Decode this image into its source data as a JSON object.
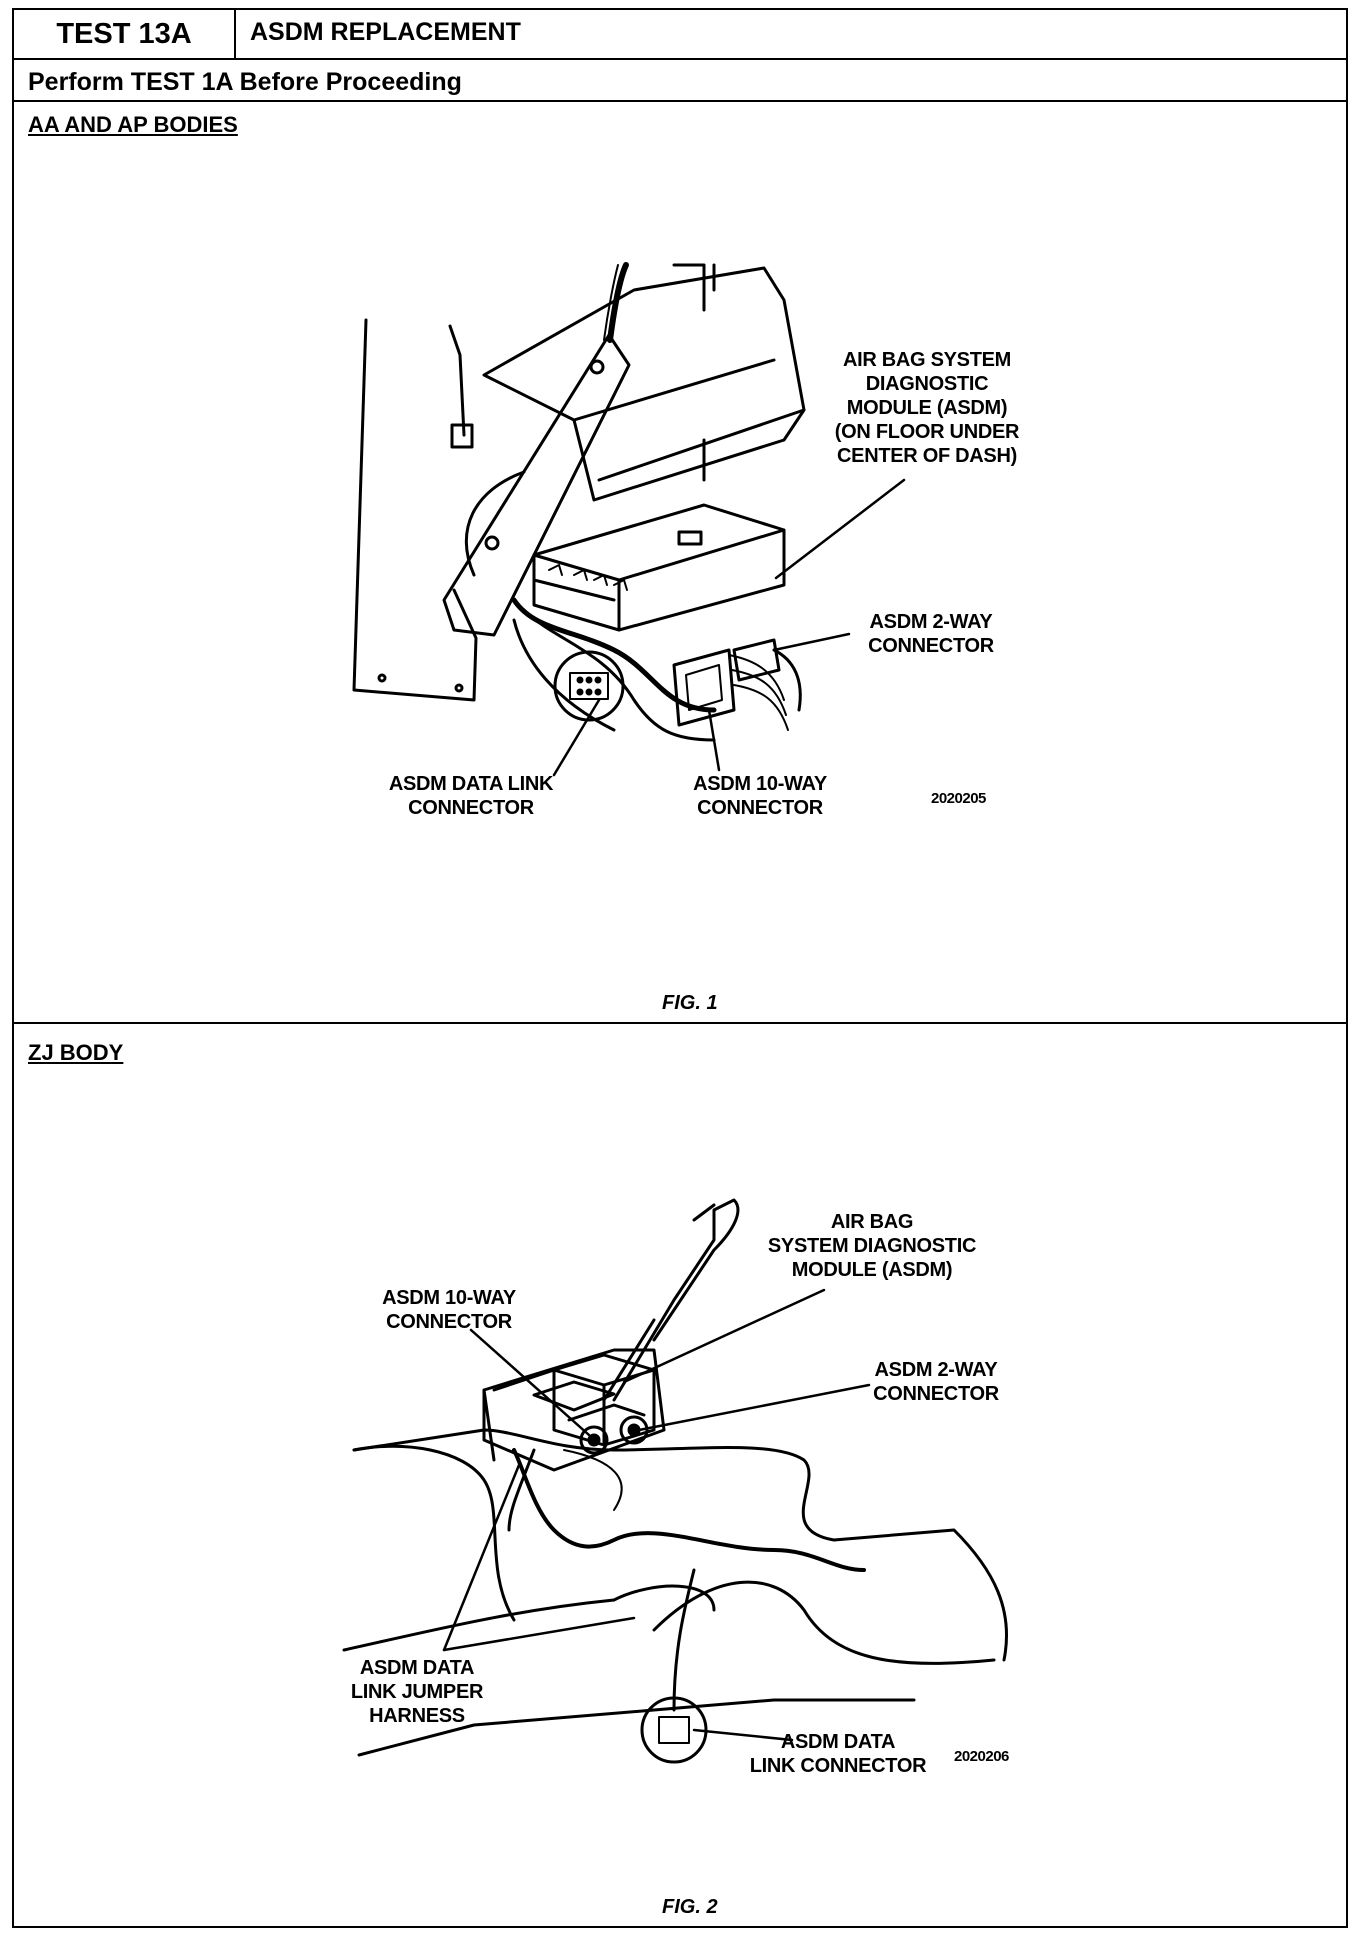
{
  "header": {
    "test_number": "TEST 13A",
    "test_title": "ASDM REPLACEMENT",
    "prerequisite": "Perform TEST 1A Before Proceeding"
  },
  "section1": {
    "title": "AA AND AP BODIES",
    "callouts": {
      "asdm": "AIR BAG SYSTEM\nDIAGNOSTIC\nMODULE (ASDM)\n(ON FLOOR UNDER\nCENTER OF DASH)",
      "two_way": "ASDM 2-WAY\nCONNECTOR",
      "data_link": "ASDM DATA LINK\nCONNECTOR",
      "ten_way": "ASDM 10-WAY\nCONNECTOR"
    },
    "figure_id": "2020205",
    "caption": "FIG. 1"
  },
  "section2": {
    "title": "ZJ BODY",
    "callouts": {
      "asdm": "AIR BAG\nSYSTEM DIAGNOSTIC\nMODULE (ASDM)",
      "ten_way": "ASDM 10-WAY\nCONNECTOR",
      "two_way": "ASDM 2-WAY\nCONNECTOR",
      "jumper": "ASDM DATA\nLINK JUMPER\nHARNESS",
      "data_link": "ASDM DATA\nLINK CONNECTOR"
    },
    "figure_id": "2020206",
    "caption": "FIG. 2"
  }
}
